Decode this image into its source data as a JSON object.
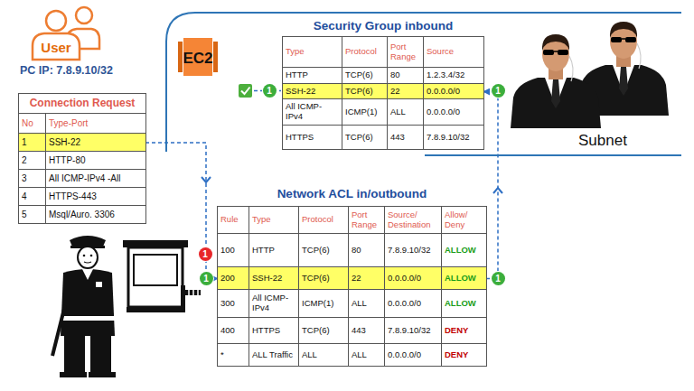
{
  "diagram": {
    "nodes": [
      {
        "text": [
          "User"
        ]
      },
      {
        "text": [
          "Connection Request"
        ]
      },
      {
        "text": [
          "No",
          "Type-Port"
        ],
        "in": 1
      },
      {
        "text": [
          "1",
          "SSH-22"
        ],
        "in": 1
      },
      {
        "text": [
          "2",
          "HTTP-80"
        ],
        "in": 1
      },
      {
        "text": [
          "3",
          "All ICMP-IPv4 -All"
        ],
        "in": 1
      },
      {
        "text": [
          "4",
          "HTTPS-443"
        ],
        "in": 1
      },
      {
        "text": [
          "5",
          "Msql/Auro. 3306"
        ],
        "in": 1
      },
      {
        "text": [
          "Subnet"
        ]
      },
      {
        "text": [
          "EC2"
        ],
        "in": 8
      },
      {
        "text": [
          "Security Group inbound"
        ],
        "in": 8
      },
      {
        "text": [
          "Type",
          "Protocol",
          "Port Range",
          "Source"
        ],
        "in": 10
      },
      {
        "text": [
          "HTTP",
          "TCP(6)",
          "80",
          "1.2.3.4/32"
        ],
        "in": 10
      },
      {
        "text": [
          "SSH-22",
          "TCP(6)",
          "22",
          "0.0.0.0/0"
        ],
        "in": 10
      },
      {
        "text": [
          "All ICMP-IPv4",
          "ICMP(1)",
          "ALL",
          "0.0.0.0/0"
        ],
        "in": 10
      },
      {
        "text": [
          "HTTPS",
          "TCP(6)",
          "443",
          "7.8.9.10/32"
        ],
        "in": 10
      },
      {
        "text": [
          "Network ACL in/outbound"
        ]
      },
      {
        "text": [
          "Rule",
          "Type",
          "Protocol",
          "Port Range",
          "Source/ Destination",
          "Allow/ Deny"
        ],
        "in": 16
      },
      {
        "text": [
          "100",
          "HTTP",
          "TCP(6)",
          "80",
          "7.8.9.10/32",
          "ALLOW"
        ],
        "in": 16
      },
      {
        "text": [
          "200",
          "SSH-22",
          "TCP(6)",
          "22",
          "0.0.0.0/0",
          "ALLOW"
        ],
        "in": 16
      },
      {
        "text": [
          "300",
          "All ICMP-IPv4",
          "ICMP(1)",
          "ALL",
          "0.0.0.0/0",
          "ALLOW"
        ],
        "in": 16
      },
      {
        "text": [
          "400",
          "HTTPS",
          "TCP(6)",
          "443",
          "7.8.9.10/32",
          "DENY"
        ],
        "in": 16
      },
      {
        "text": [
          "*",
          "ALL Traffic",
          "ALL",
          "ALL",
          "0.0.0.0/0",
          "DENY"
        ],
        "in": 16
      }
    ],
    "edges": [
      {
        "from": 3,
        "to": 19,
        "arrow": "to"
      },
      {
        "from": 19,
        "to": 13,
        "arrow": "to"
      }
    ],
    "labels": [
      "PC IP: 7.8.9.10/32",
      "1",
      "1",
      "1",
      "1",
      "1"
    ]
  }
}
